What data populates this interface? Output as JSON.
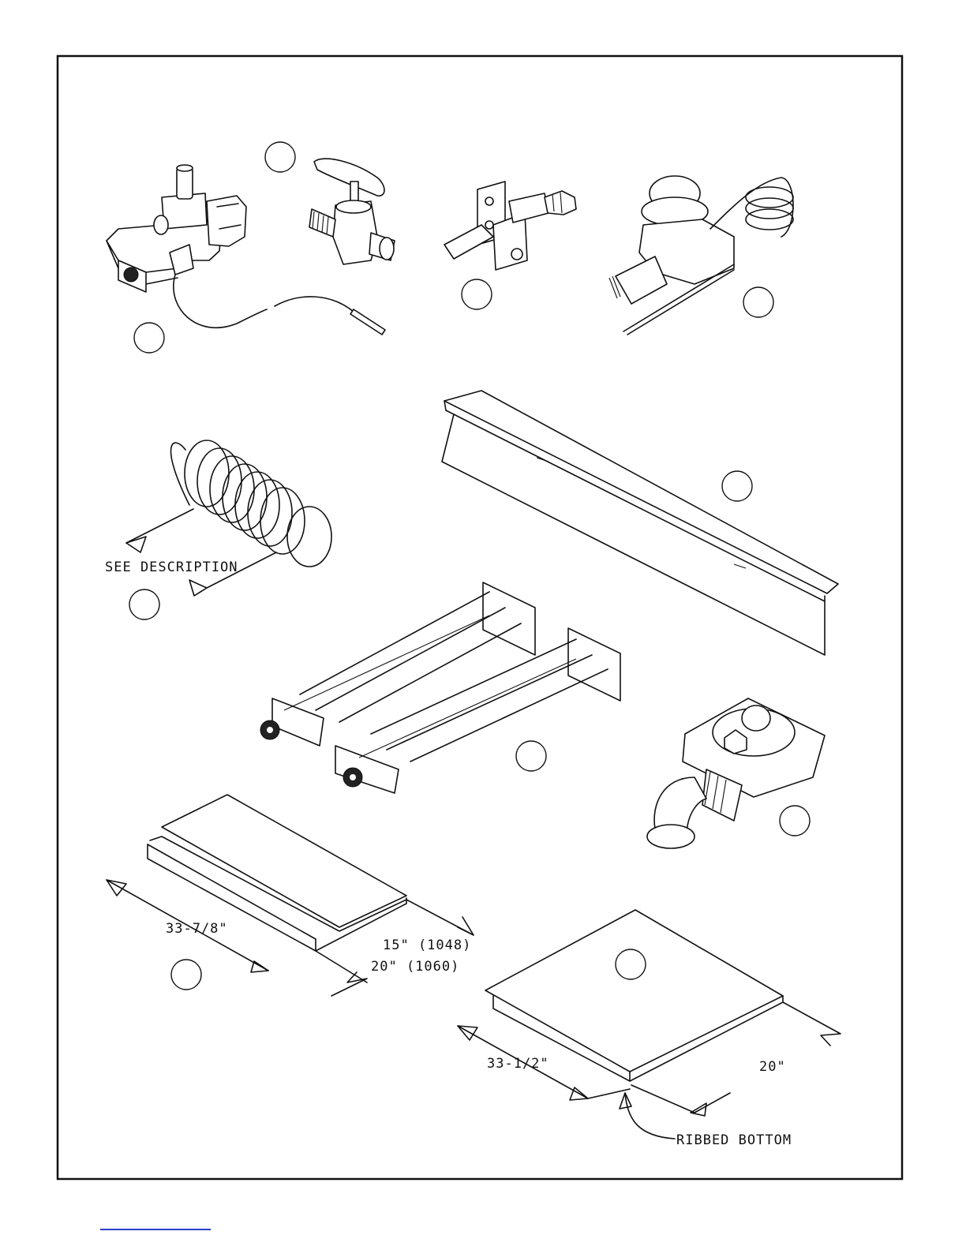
{
  "dimensions": {
    "coil_length": "SEE DESCRIPTION",
    "pan_length": "33-7/8\"",
    "pan_width_1": "15\" (1048)",
    "pan_width_2": "20\" (1060)",
    "tray_length": "33-1/2\"",
    "tray_width": "20\"",
    "tray_note": "RIBBED BOTTOM"
  },
  "colors": {
    "line": "#111111",
    "frame": "#111111",
    "footer_line": "#2a3ec9"
  }
}
